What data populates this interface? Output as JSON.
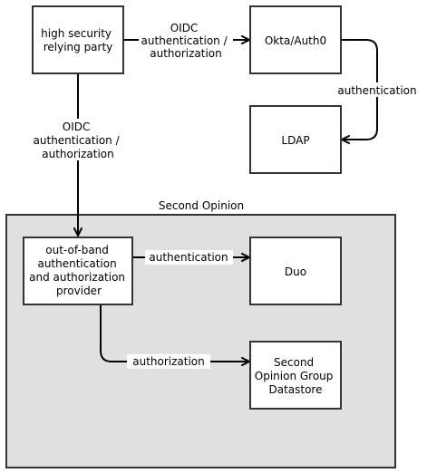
{
  "group": {
    "label": "Second Opinion"
  },
  "nodes": {
    "relying_party": [
      "high security",
      "relying party"
    ],
    "okta_auth0": [
      "Okta/Auth0"
    ],
    "ldap": [
      "LDAP"
    ],
    "oob_provider": [
      "out-of-band",
      "authentication",
      "and authorization",
      "provider"
    ],
    "duo": [
      "Duo"
    ],
    "datastore": [
      "Second",
      "Opinion Group",
      "Datastore"
    ]
  },
  "edges": {
    "relying_to_okta": [
      "OIDC",
      "authentication /",
      "authorization"
    ],
    "okta_to_ldap": [
      "authentication"
    ],
    "relying_to_oob": [
      "OIDC",
      "authentication /",
      "authorization"
    ],
    "oob_to_duo": [
      "authentication"
    ],
    "oob_to_datastore": [
      "authorization"
    ]
  },
  "colors": {
    "group_fill": "#e0e0e0",
    "border": "#333333",
    "edge": "#000000"
  }
}
